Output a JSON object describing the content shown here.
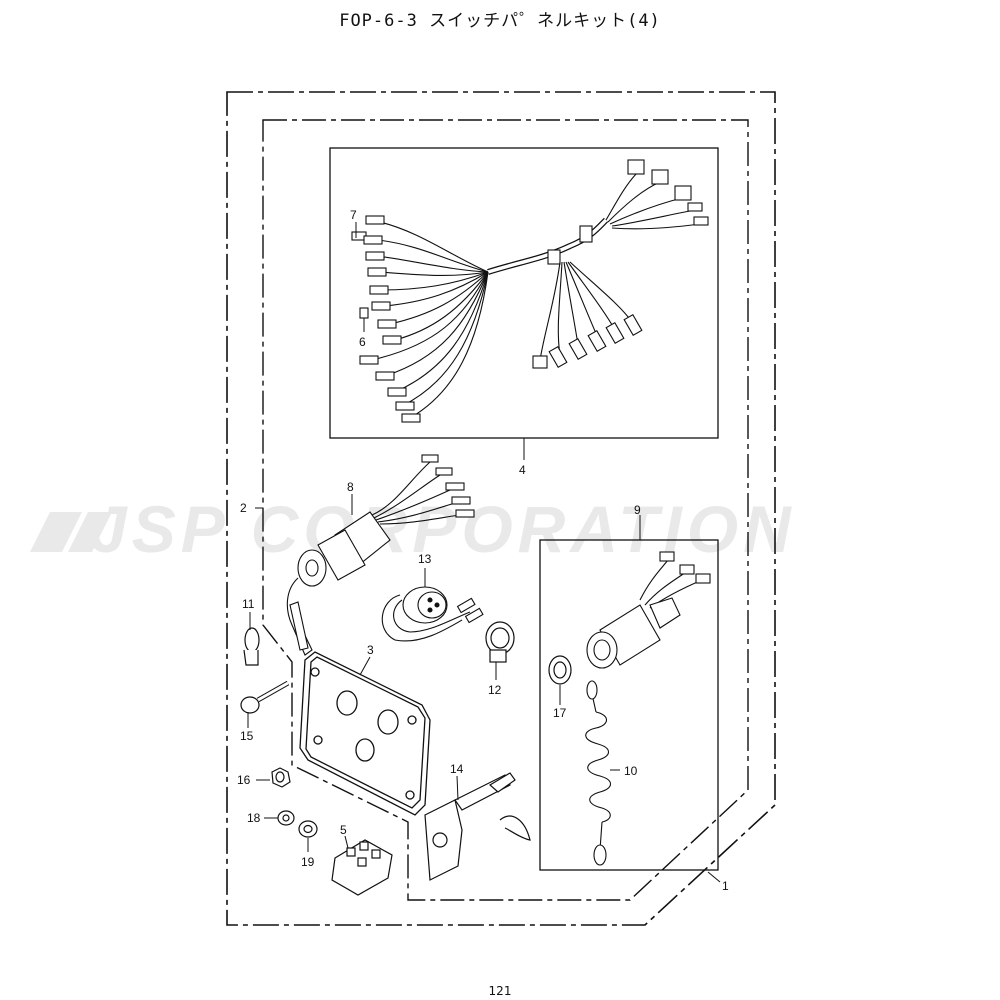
{
  "title": "FOP-6-3 スイッチパ゜ネルキット(4)",
  "page_number": "121",
  "watermark": "JSP CORPORATION",
  "parts": [
    {
      "no": "1"
    },
    {
      "no": "2"
    },
    {
      "no": "3"
    },
    {
      "no": "4"
    },
    {
      "no": "5"
    },
    {
      "no": "6"
    },
    {
      "no": "7"
    },
    {
      "no": "8"
    },
    {
      "no": "9"
    },
    {
      "no": "10"
    },
    {
      "no": "11"
    },
    {
      "no": "12"
    },
    {
      "no": "13"
    },
    {
      "no": "14"
    },
    {
      "no": "15"
    },
    {
      "no": "16"
    },
    {
      "no": "17"
    },
    {
      "no": "18"
    },
    {
      "no": "19"
    }
  ]
}
